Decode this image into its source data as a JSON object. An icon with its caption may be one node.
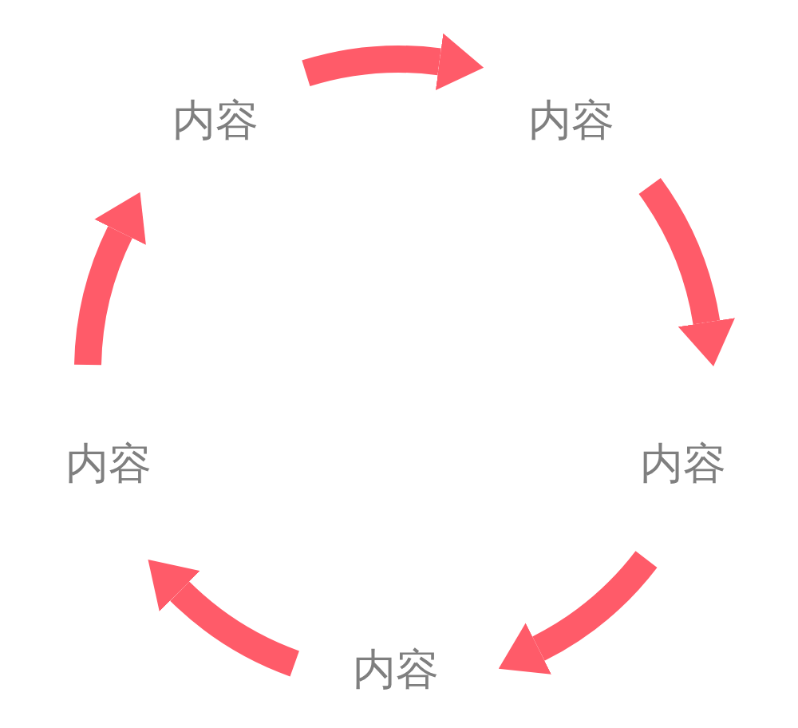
{
  "diagram": {
    "nodes": [
      {
        "text": [
          "内容"
        ]
      },
      {
        "text": [
          "内容"
        ]
      },
      {
        "text": [
          "内容"
        ]
      },
      {
        "text": [
          "内容"
        ]
      },
      {
        "text": [
          "内容"
        ]
      }
    ],
    "edges": [
      {
        "from": 0,
        "to": 1,
        "arrow": "to"
      },
      {
        "from": 1,
        "to": 3,
        "arrow": "to"
      },
      {
        "from": 3,
        "to": 4,
        "arrow": "to"
      },
      {
        "from": 4,
        "to": 2,
        "arrow": "to"
      },
      {
        "from": 2,
        "to": 0,
        "arrow": "to"
      }
    ]
  }
}
